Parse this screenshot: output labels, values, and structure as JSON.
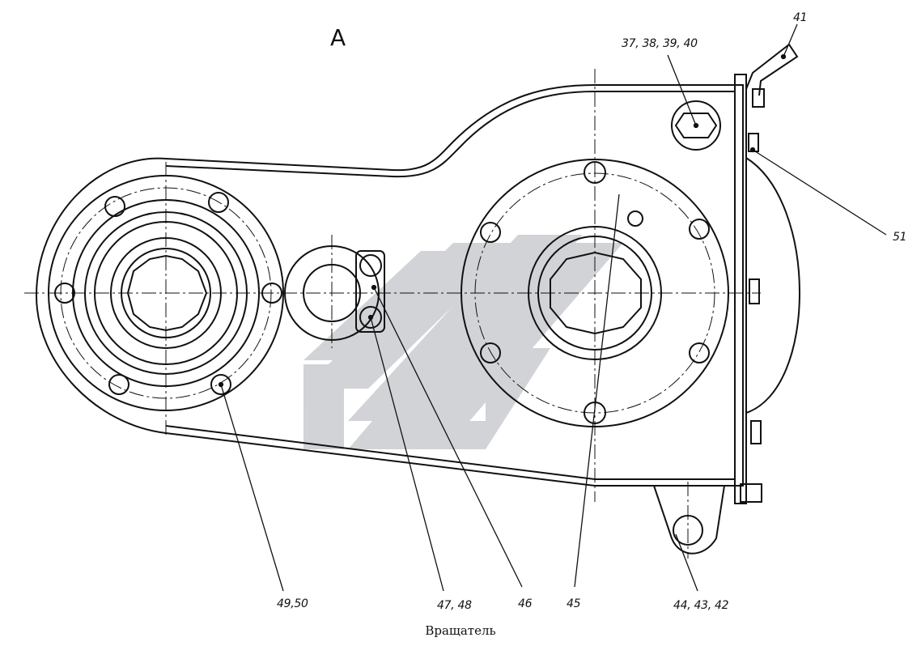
{
  "view_letter": "А",
  "caption": "Вращатель",
  "callouts": {
    "c37": "37, 38, 39, 40",
    "c41": "41",
    "c51": "51",
    "c4950": "49,50",
    "c4748": "47, 48",
    "c46": "46",
    "c45": "45",
    "c444342": "44, 43, 42"
  },
  "colors": {
    "line": "#111111",
    "watermark": "#c9ccd1"
  },
  "watermark_icon": "logo-chevrons-icon"
}
